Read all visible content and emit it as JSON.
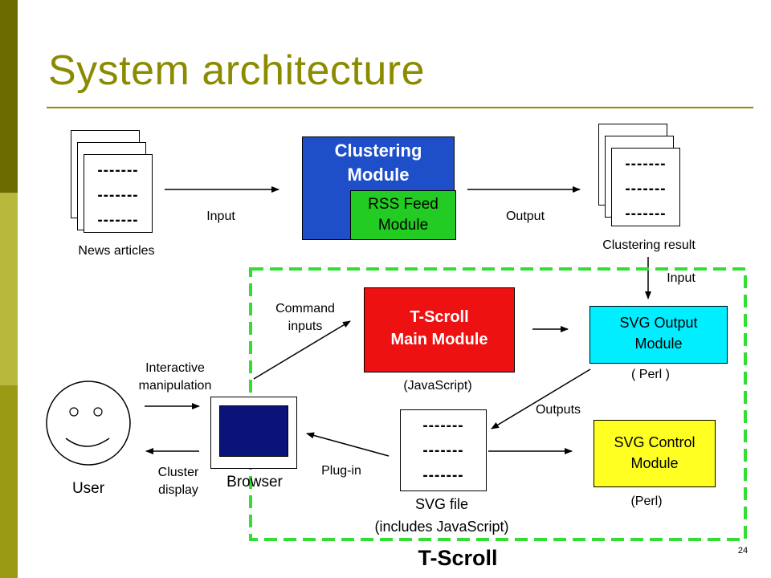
{
  "slide": {
    "title": "System architecture",
    "page_number": "24",
    "footer_label": "T-Scroll"
  },
  "nodes": {
    "news": {
      "doc_lines": [
        "-------",
        "-------",
        "-------"
      ],
      "caption": "News articles"
    },
    "clustering": {
      "title_line1": "Clustering",
      "title_line2": "Module",
      "color": "#1F4FC8"
    },
    "rss": {
      "line1": "RSS Feed",
      "line2": "Module",
      "color": "#22CC22"
    },
    "result": {
      "doc_lines": [
        "-------",
        "-------",
        "-------"
      ],
      "caption": "Clustering result"
    },
    "tscroll": {
      "line1": "T-Scroll",
      "line2": "Main Module",
      "note": "(JavaScript)",
      "color": "#EE1111"
    },
    "svg_output": {
      "line1": "SVG Output",
      "line2": "Module",
      "note": "( Perl )",
      "color": "#00EEFF"
    },
    "svg_control": {
      "line1": "SVG Control",
      "line2": "Module",
      "note": "(Perl)",
      "color": "#FFFF22"
    },
    "svg_file": {
      "doc_lines": [
        "-------",
        "-------",
        "-------"
      ],
      "caption_line1": "SVG file",
      "caption_line2": "(includes JavaScript)"
    },
    "browser": {
      "caption": "Browser",
      "screen_color": "#0A1478"
    },
    "user": {
      "caption": "User"
    }
  },
  "edges": {
    "input_top": "Input",
    "output_top": "Output",
    "input_right": "Input",
    "command_line1": "Command",
    "command_line2": "inputs",
    "interactive_line1": "Interactive",
    "interactive_line2": "manipulation",
    "cluster_line1": "Cluster",
    "cluster_line2": "display",
    "plugin": "Plug-in",
    "outputs": "Outputs"
  }
}
